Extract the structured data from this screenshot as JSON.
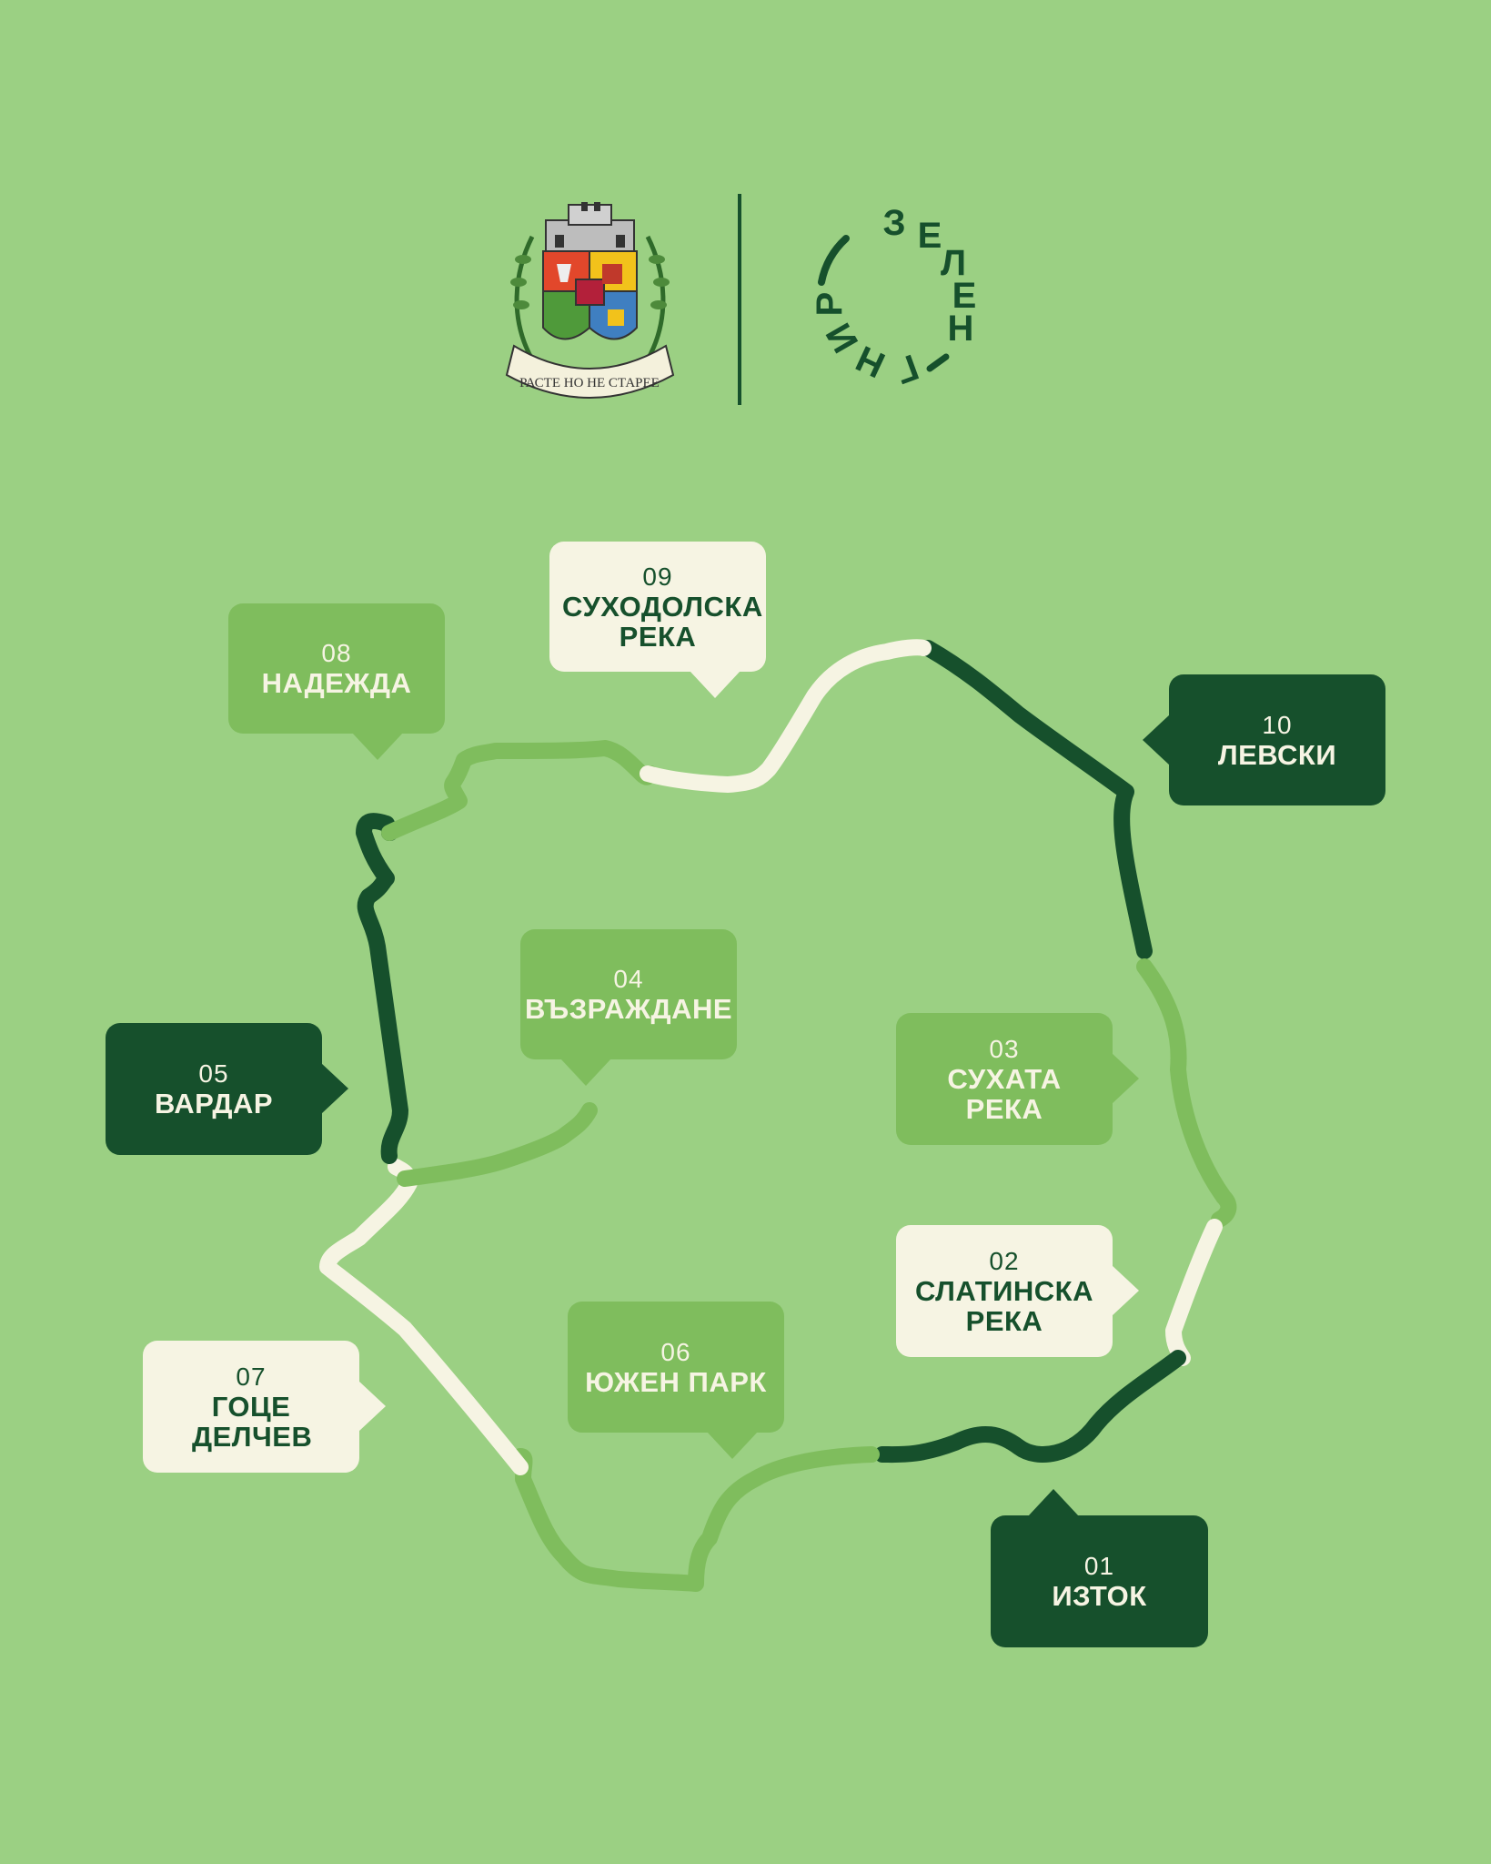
{
  "header": {
    "coat_of_arms": {
      "icon": "sofia-coat-of-arms-icon",
      "motto": "РАСТЕ НО НЕ СТАРЕЕ"
    },
    "project_logo": {
      "icon": "zelen-ring-logo-icon",
      "letters": [
        "З",
        "Е",
        "Л",
        "Е",
        "Н",
        "–",
        "Р",
        "И",
        "Н",
        "Г"
      ]
    }
  },
  "colors": {
    "background": "#9bd083",
    "dark_green": "#16502c",
    "medium_green": "#7fbd5d",
    "cream": "#f6f4e3"
  },
  "sections": [
    {
      "number": "01",
      "name": "ИЗТОК",
      "status": "dark"
    },
    {
      "number": "02",
      "name": "СЛАТИНСКА РЕКА",
      "status": "cream"
    },
    {
      "number": "03",
      "name": "СУХАТА РЕКА",
      "status": "medium"
    },
    {
      "number": "04",
      "name": "ВЪЗРАЖДАНЕ",
      "status": "medium"
    },
    {
      "number": "05",
      "name": "ВАРДАР",
      "status": "dark"
    },
    {
      "number": "06",
      "name": "ЮЖЕН ПАРК",
      "status": "medium"
    },
    {
      "number": "07",
      "name": "ГОЦЕ ДЕЛЧЕВ",
      "status": "cream"
    },
    {
      "number": "08",
      "name": "НАДЕЖДА",
      "status": "medium"
    },
    {
      "number": "09",
      "name": "СУХОДОЛСКА РЕКА",
      "status": "cream"
    },
    {
      "number": "10",
      "name": "ЛЕВСКИ",
      "status": "dark"
    }
  ]
}
